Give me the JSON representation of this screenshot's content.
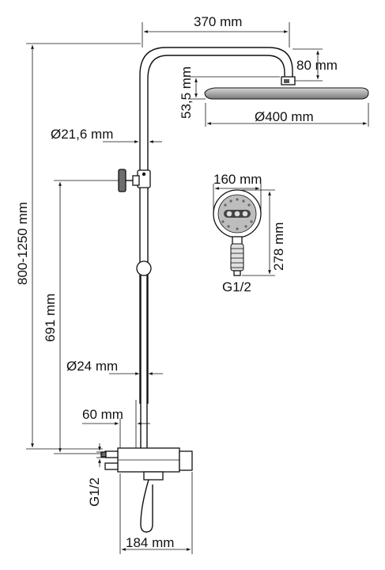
{
  "dimensions": {
    "arm_length": "370 mm",
    "arm_drop": "80 mm",
    "head_height": "53,5 mm",
    "head_diameter": "Ø400 mm",
    "upper_pipe_diameter": "Ø21,6 mm",
    "hand_shower_width": "160 mm",
    "hand_shower_length": "278 mm",
    "hand_shower_thread": "G1/2",
    "total_height": "800-1250 mm",
    "holder_height": "691 mm",
    "lower_pipe_diameter": "Ø24 mm",
    "connection_offset": "60 mm",
    "mixer_thread": "G1/2",
    "mixer_width": "184 mm"
  },
  "colors": {
    "line": "#111111",
    "showerhead_fill": "#9a9a9a",
    "hand_shower_fill": "#8a8a8a"
  }
}
